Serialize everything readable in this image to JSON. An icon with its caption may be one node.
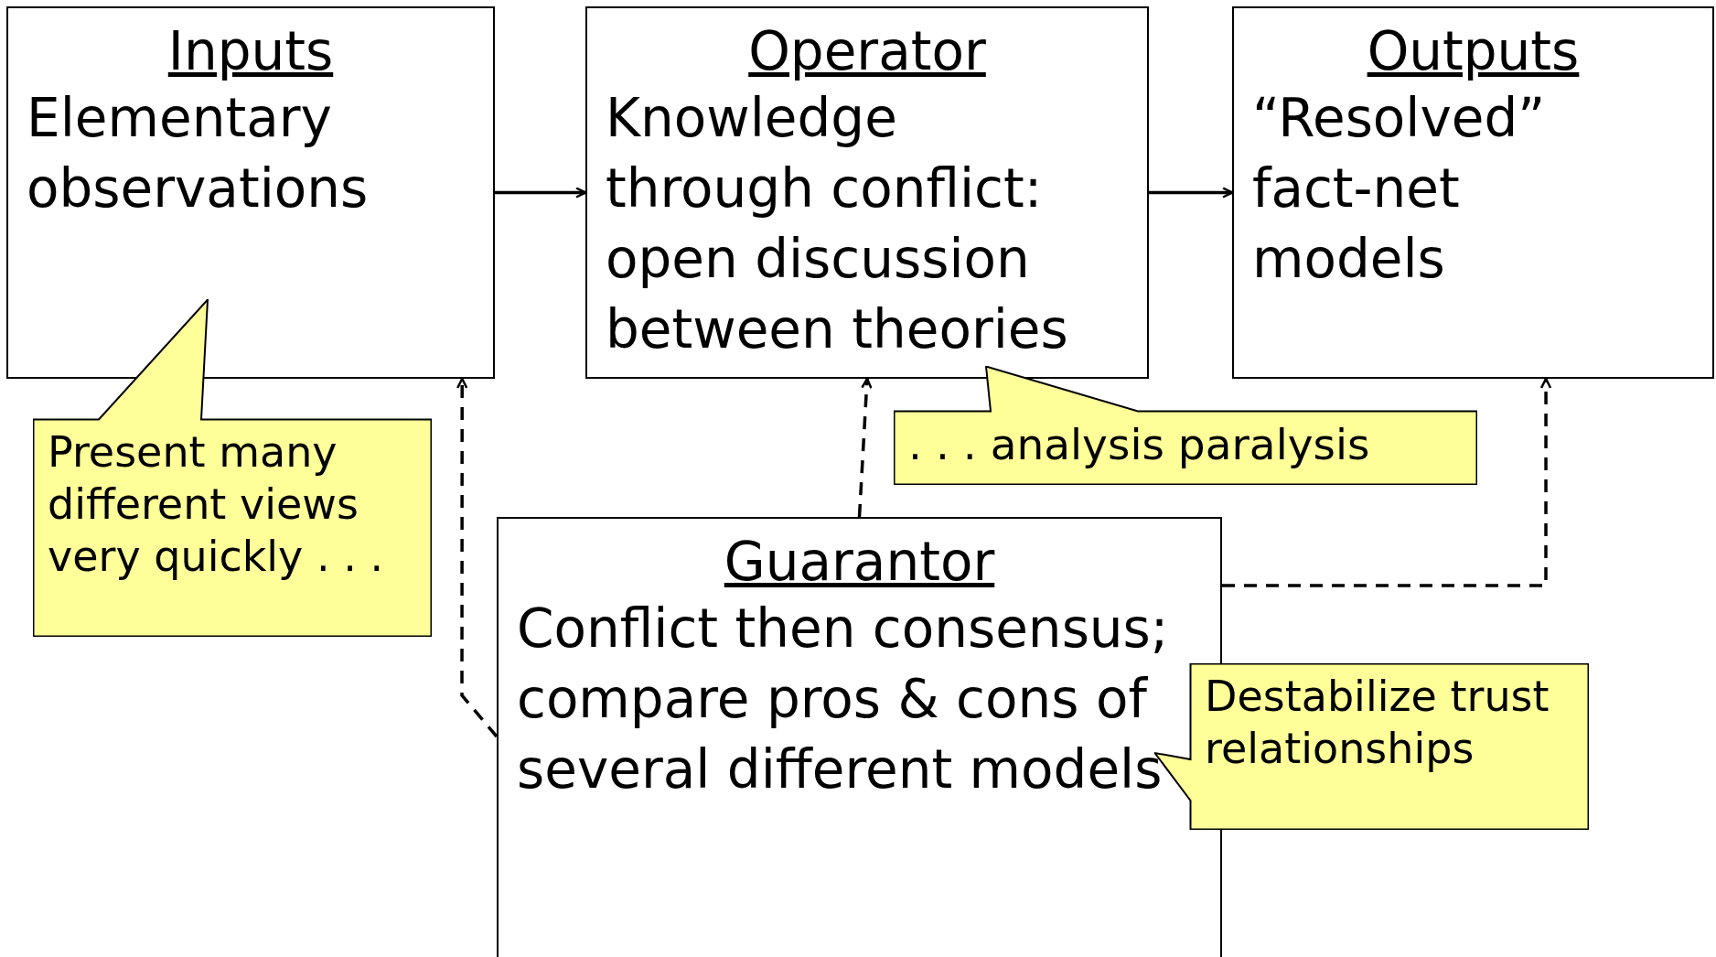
{
  "diagram": {
    "nodes": [
      {
        "text": [
          "Inputs",
          "Elementary observations"
        ]
      },
      {
        "text": [
          "Operator",
          "Knowledge through conflict: open discussion between theories"
        ]
      },
      {
        "text": [
          "Outputs",
          "“Resolved” fact-net models"
        ]
      },
      {
        "text": [
          "Guarantor",
          "Conflict then consensus; compare pros & cons of several different models"
        ]
      },
      {
        "text": [
          "Present many different views very quickly . . ."
        ]
      },
      {
        "text": [
          ". . . analysis paralysis"
        ]
      },
      {
        "text": [
          "Destabilize trust relationships"
        ]
      }
    ],
    "edges": [
      {
        "from": 0,
        "to": 1,
        "arrow": "to"
      },
      {
        "from": 1,
        "to": 2,
        "arrow": "to"
      },
      {
        "from": 3,
        "to": 0,
        "arrow": "to",
        "style": "dashed"
      },
      {
        "from": 3,
        "to": 1,
        "arrow": "to",
        "style": "dashed"
      },
      {
        "from": 3,
        "to": 2,
        "arrow": "to",
        "style": "dashed"
      }
    ]
  }
}
